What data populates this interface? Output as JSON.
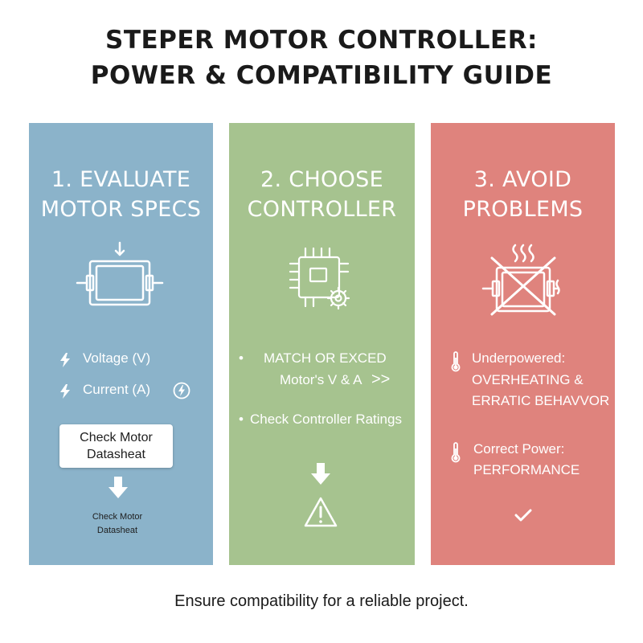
{
  "title": {
    "line1": "STEPER MOTOR CONTROLLER:",
    "line2": "POWER & COMPATIBILITY GUIDE"
  },
  "panels": [
    {
      "color": "#8bb3ca",
      "heading_line1": "1. EVALUATE",
      "heading_line2": "MOTOR SPECS",
      "icon": "motor-icon",
      "items": [
        {
          "icon": "lightning-icon",
          "text": "Voltage (V)"
        },
        {
          "icon": "lightning-icon",
          "text": "Current (A)"
        }
      ],
      "button_line1": "Check Motor",
      "button_line2": "Datasheat",
      "small_line1": "Check Motor",
      "small_line2": "Datasheat"
    },
    {
      "color": "#a6c38f",
      "heading_line1": "2. CHOOSE",
      "heading_line2": "CONTROLLER",
      "icon": "controller-chip-gear-icon",
      "items": [
        {
          "bullet": "•",
          "line1": "MATCH OR EXCED",
          "line2": "Motor's V & A",
          "suffix": ">>"
        },
        {
          "bullet": "•",
          "text": "Check Controller Ratings"
        }
      ],
      "warning_icon": "warning-triangle-icon"
    },
    {
      "color": "#df837d",
      "heading_line1": "3. AVOID",
      "heading_line2": "PROBLEMS",
      "icon": "overheating-motor-crossed-icon",
      "items": [
        {
          "icon": "thermometer-icon",
          "line1": "Underpowered:",
          "line2": "OVERHEATING &",
          "line3": "ERRATIC BEHAVVOR"
        },
        {
          "icon": "thermometer-icon",
          "line1": "Correct Power:",
          "line2": "PERFORMANCE"
        }
      ],
      "check_icon": "checkmark-icon"
    }
  ],
  "footer": "Ensure compatibility for a reliable project."
}
